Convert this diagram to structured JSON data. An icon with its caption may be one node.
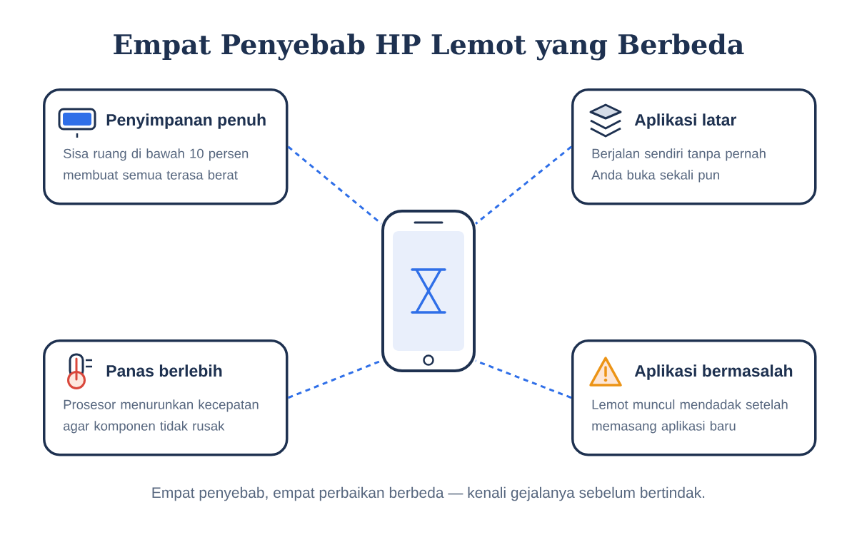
{
  "diagram": {
    "title": "Empat Penyebab HP Lemot yang Berbeda",
    "nodes": [
      {
        "text": [
          "Penyimpanan penuh",
          "Sisa ruang di bawah 10 persen membuat semua terasa berat"
        ]
      },
      {
        "text": [
          "Aplikasi latar",
          "Berjalan sendiri tanpa pernah Anda buka sekali pun"
        ]
      },
      {
        "text": [],
        "shape": "picture"
      },
      {
        "text": [
          "Panas berlebih",
          "Prosesor menurunkan kecepatan agar komponen tidak rusak"
        ]
      },
      {
        "text": [
          "Aplikasi bermasalah",
          "Lemot muncul mendadak setelah memasang aplikasi baru"
        ]
      }
    ],
    "edges": [
      {
        "from": 0,
        "to": 2,
        "arrow": "none",
        "style": "dashed"
      },
      {
        "from": 1,
        "to": 2,
        "arrow": "none",
        "style": "dashed"
      },
      {
        "from": 3,
        "to": 2,
        "arrow": "none",
        "style": "dashed"
      },
      {
        "from": 4,
        "to": 2,
        "arrow": "none",
        "style": "dashed"
      }
    ],
    "caption": "Empat penyebab, empat perbaikan berbeda — kenali gejalanya sebelum bertindak."
  }
}
